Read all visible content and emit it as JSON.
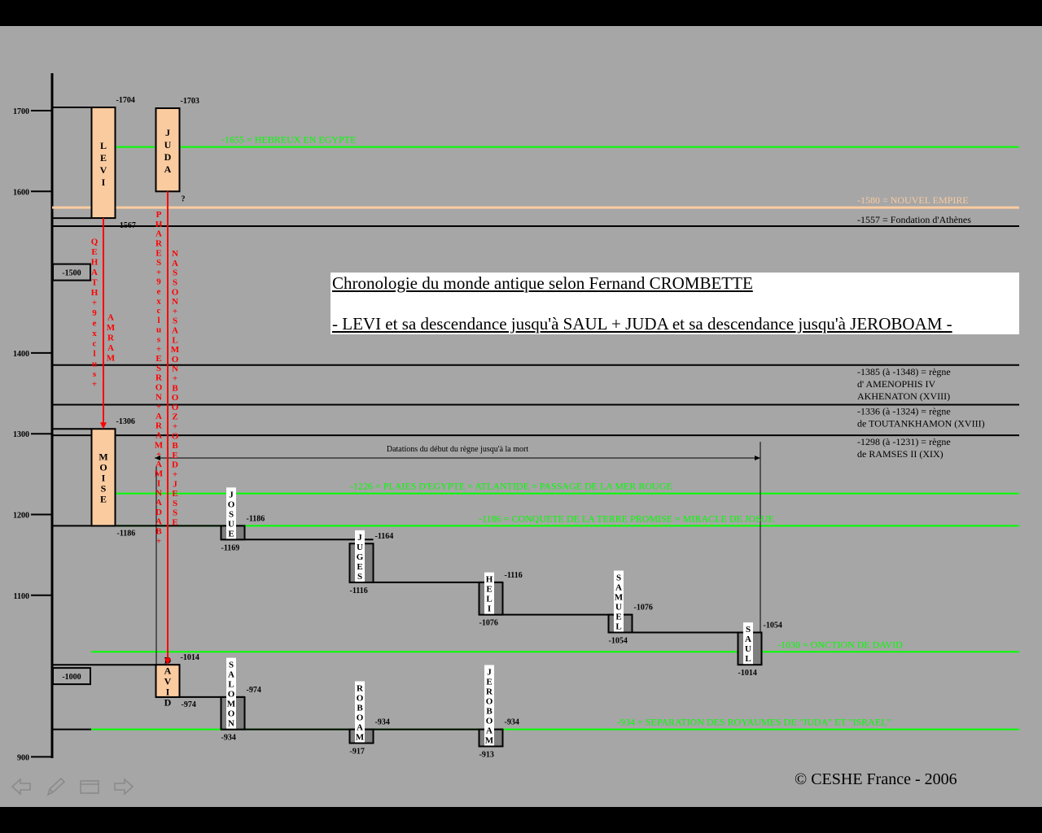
{
  "title": {
    "line1": "Chronologie du monde antique selon Fernand CROMBETTE",
    "line2": "- LEVI et sa descendance jusqu'à SAUL + JUDA et sa descendance jusqu'à JEROBOAM -"
  },
  "copyright": "© CESHE  France - 2006",
  "colors": {
    "background": "#a6a6a6",
    "green": "#00ff00",
    "peach": "#fbcba0",
    "red": "#ff0000",
    "black": "#000000"
  },
  "chart_data": {
    "type": "timeline",
    "axis_ticks": [
      {
        "label": "1700",
        "value": -1700
      },
      {
        "label": "1600",
        "value": -1600
      },
      {
        "label": "1400",
        "value": -1400
      },
      {
        "label": "1300",
        "value": -1300
      },
      {
        "label": "1200",
        "value": -1200
      },
      {
        "label": "1100",
        "value": -1100
      },
      {
        "label": "900",
        "value": -900
      }
    ],
    "axis_boxed_ticks": [
      {
        "label": "-1500",
        "value": -1500
      },
      {
        "label": "-1000",
        "value": -1000
      }
    ],
    "patriarchs": [
      {
        "name": "LEVI",
        "start": -1704,
        "end": -1567,
        "start_label": "-1704",
        "end_label": "-1567",
        "col": 0
      },
      {
        "name": "JUDA",
        "start": -1703,
        "end": -1600,
        "start_label": "-1703",
        "end_label": "?",
        "col": 1
      },
      {
        "name": "MOISE",
        "start": -1306,
        "end": -1186,
        "start_label": "-1306",
        "end_label": "-1186",
        "col": 0
      },
      {
        "name": "DAVID",
        "start": -1014,
        "end": -974,
        "start_label": "-1014",
        "end_label": "-974",
        "col": 1
      }
    ],
    "leaders": [
      {
        "name": "JOSUE",
        "start": -1186,
        "end": -1169,
        "start_label": "-1186",
        "end_label": "-1169",
        "col": 2
      },
      {
        "name": "JUGES",
        "start": -1164,
        "end": -1116,
        "start_label": "-1164",
        "end_label": "-1116",
        "col": 3
      },
      {
        "name": "HELI",
        "start": -1116,
        "end": -1076,
        "start_label": "-1116",
        "end_label": "-1076",
        "col": 4
      },
      {
        "name": "SAMUEL",
        "start": -1076,
        "end": -1054,
        "start_label": "-1076",
        "end_label": "-1054",
        "col": 5
      },
      {
        "name": "SAUL",
        "start": -1054,
        "end": -1014,
        "start_label": "-1054",
        "end_label": "-1014",
        "col": 6
      },
      {
        "name": "SALOMON",
        "start": -974,
        "end": -934,
        "start_label": "-974",
        "end_label": "-934",
        "col": 2
      },
      {
        "name": "ROBOAM",
        "start": -934,
        "end": -917,
        "start_label": "-934",
        "end_label": "-917",
        "col": 3
      },
      {
        "name": "JEROBOAM",
        "start": -934,
        "end": -913,
        "start_label": "-934",
        "end_label": "-913",
        "col": 4
      }
    ],
    "green_events": [
      {
        "year": -1655,
        "label": "-1655 = HEBREUX EN EGYPTE"
      },
      {
        "year": -1226,
        "label": "-1226 = PLAIES D'EGYPTE = ATLANTIDE = PASSAGE DE LA MER ROUGE"
      },
      {
        "year": -1186,
        "label": "-1186 = CONQUETE DE LA TERRE PROMISE = MIRACLE DE JOSUE"
      },
      {
        "year": -1030,
        "label": "-1030 = ONCTION DE DAVID"
      },
      {
        "year": -934,
        "label": "-934 = SEPARATION DES ROYAUMES DE \"JUDA\" ET \"ISRAEL\""
      }
    ],
    "orange_events": [
      {
        "year": -1580,
        "label": "-1580 = NOUVEL EMPIRE"
      }
    ],
    "black_events": [
      {
        "year": -1557,
        "lines": [
          "-1557 = Fondation d'Athènes"
        ]
      },
      {
        "year": -1385,
        "lines": [
          "-1385 (à -1348) = règne",
          "d' AMENOPHIS IV",
          "AKHENATON (XVIII)"
        ]
      },
      {
        "year": -1336,
        "lines": [
          "-1336 (à -1324) = règne",
          "de TOUTANKHAMON (XVIII)"
        ]
      },
      {
        "year": -1298,
        "lines": [
          "-1298 (à -1231) = règne",
          "de RAMSES II (XIX)"
        ]
      }
    ],
    "lineages": [
      {
        "from": "LEVI",
        "to": "MOISE",
        "texts": [
          "QEHATH+9exclus+",
          "AMRAM"
        ]
      },
      {
        "from": "JUDA",
        "to": "DAVID",
        "texts": [
          "PHARES+9exclus+ESRON+ARAM+AMINADAB+",
          "NASSON+SALMON+BOOZ+OBED+JESSE"
        ]
      }
    ],
    "span_note": "Datations du début du règne jusqu'à la mort"
  }
}
